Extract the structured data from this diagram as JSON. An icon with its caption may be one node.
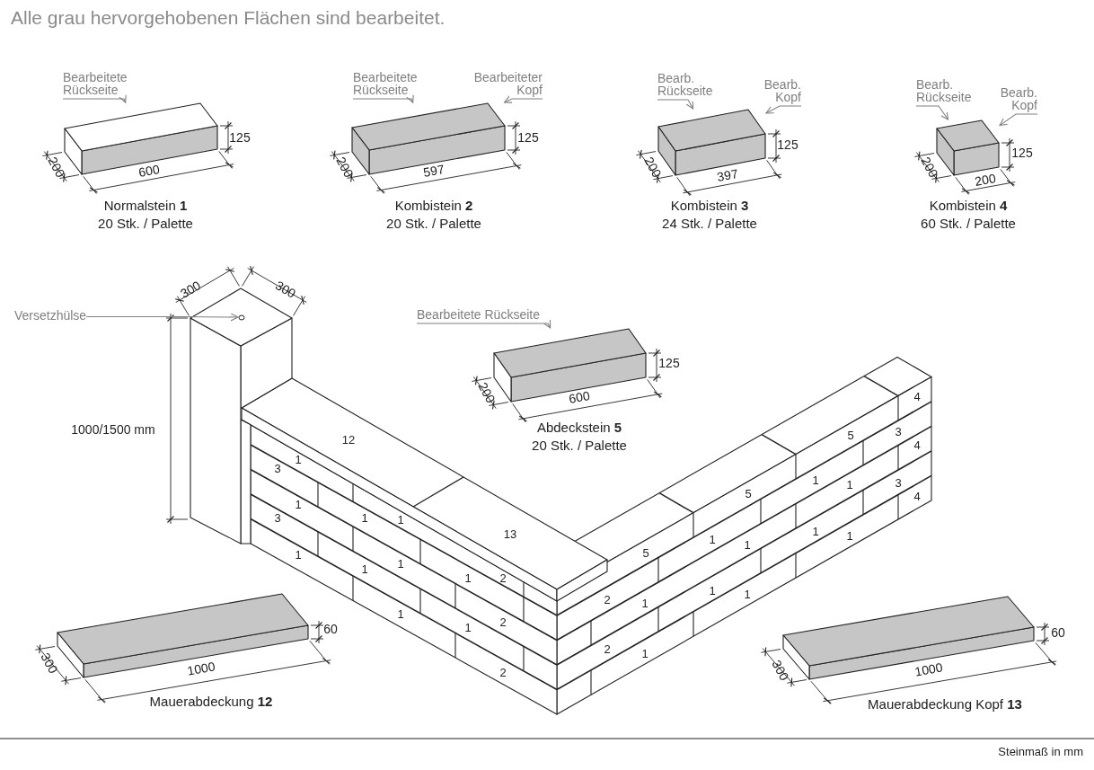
{
  "diagram": {
    "title": "Alle grau hervorgehobenen Flächen sind bearbeitet.",
    "caption": "Steinmaß in mm",
    "nodes": [
      {
        "text": [
          "Bearbeitete Rückseite"
        ]
      },
      {
        "text": [],
        "shape": "box",
        "beside": [
          "Normalstein **1**",
          "20 Stk. / Palette"
        ]
      },
      {
        "text": [
          "Bearbeitete Rückseite"
        ]
      },
      {
        "text": [
          "Bearbeiteter Kopf"
        ]
      },
      {
        "text": [],
        "shape": "box",
        "beside": [
          "Kombistein **2**",
          "20 Stk. / Palette"
        ]
      },
      {
        "text": [
          "Bearb. Rückseite"
        ]
      },
      {
        "text": [
          "Bearb. Kopf"
        ]
      },
      {
        "text": [],
        "shape": "box",
        "beside": [
          "Kombistein **3**",
          "24 Stk. / Palette"
        ]
      },
      {
        "text": [
          "Bearb. Rückseite"
        ]
      },
      {
        "text": [
          "Bearb. Kopf"
        ]
      },
      {
        "text": [],
        "shape": "box",
        "beside": [
          "Kombistein **4**",
          "60 Stk. / Palette"
        ]
      },
      {
        "text": [
          "Versetzhülse"
        ]
      },
      {
        "text": [],
        "shape": "circle"
      },
      {
        "text": [
          "Bearbeitete Rückseite"
        ]
      },
      {
        "text": [],
        "shape": "box",
        "beside": [
          "Abdeckstein **5**",
          "20 Stk. / Palette"
        ]
      },
      {
        "text": [],
        "shape": "box",
        "beside": [
          "Mauerabdeckung **12**"
        ]
      },
      {
        "text": [],
        "shape": "box",
        "beside": [
          "Mauerabdeckung Kopf **13**"
        ]
      }
    ],
    "edges": [
      {
        "from": 0,
        "to": 1,
        "arrow": "to"
      },
      {
        "from": 2,
        "to": 4,
        "arrow": "to"
      },
      {
        "from": 3,
        "to": 4,
        "arrow": "to"
      },
      {
        "from": 5,
        "to": 7,
        "arrow": "to"
      },
      {
        "from": 6,
        "to": 7,
        "arrow": "to"
      },
      {
        "from": 8,
        "to": 10,
        "arrow": "to"
      },
      {
        "from": 9,
        "to": 10,
        "arrow": "to"
      },
      {
        "from": 11,
        "to": 12,
        "arrow": "to"
      },
      {
        "from": 13,
        "to": 14,
        "arrow": "to"
      }
    ],
    "labels": [
      "125",
      "200",
      "600",
      "125",
      "200",
      "597",
      "125",
      "200",
      "397",
      "125",
      "200",
      "200",
      "300",
      "300",
      "125",
      "200",
      "600",
      "1000/1500 mm",
      "4",
      "3",
      "5",
      "12",
      "4",
      "1",
      "3",
      "1",
      "3",
      "1",
      "5",
      "4",
      "1",
      "3",
      "1",
      "1",
      "1",
      "13",
      "1",
      "1",
      "1",
      "5",
      "1",
      "1",
      "1",
      "1",
      "2",
      "1",
      "1",
      "2",
      "1",
      "1",
      "2",
      "1",
      "2",
      "1",
      "2",
      "60",
      "300",
      "1000",
      "60",
      "300",
      "1000"
    ]
  }
}
